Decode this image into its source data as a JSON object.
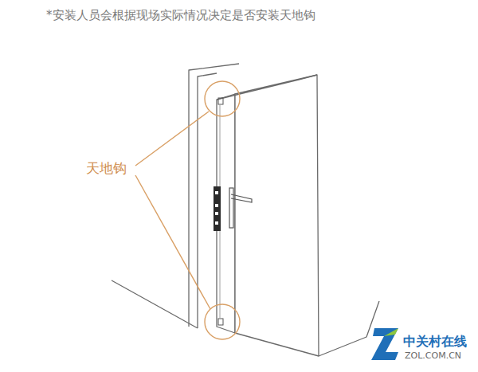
{
  "diagram": {
    "labels": [
      "*安装人员会根据现场实际情况决定是否安装天地钩",
      "天地钩",
      "中关村在线",
      "ZOL.COM.CN"
    ]
  }
}
